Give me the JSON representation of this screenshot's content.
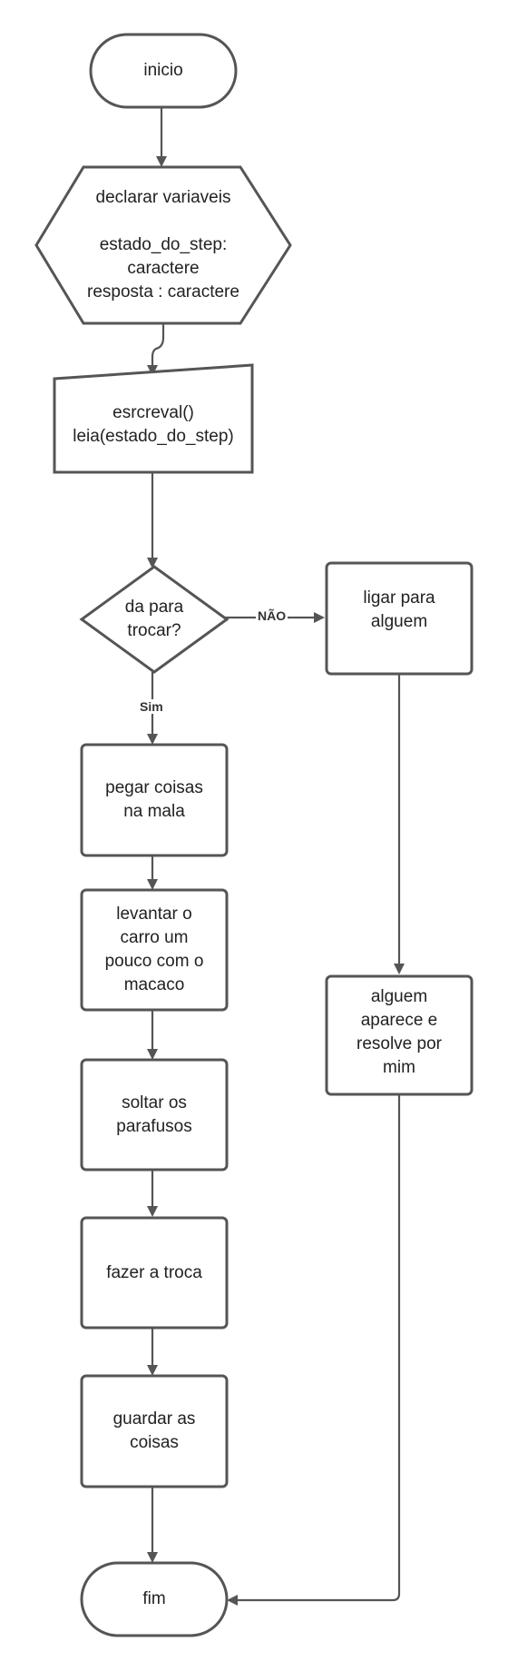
{
  "diagram": {
    "nodes": {
      "start": {
        "lines": [
          "inicio"
        ]
      },
      "declare": {
        "lines": [
          "declarar variaveis",
          "",
          "estado_do_step:",
          "caractere",
          "resposta : caractere"
        ]
      },
      "io": {
        "lines": [
          "esrcreval()",
          "leia(estado_do_step)"
        ]
      },
      "decision": {
        "lines": [
          "da para",
          "trocar?"
        ]
      },
      "call": {
        "lines": [
          "ligar para",
          "alguem"
        ]
      },
      "someone": {
        "lines": [
          "alguem",
          "aparece e",
          "resolve por",
          "mim"
        ]
      },
      "bag": {
        "lines": [
          "pegar coisas",
          "na mala"
        ]
      },
      "jack": {
        "lines": [
          "levantar o",
          "carro um",
          "pouco com o",
          "macaco"
        ]
      },
      "screws": {
        "lines": [
          "soltar os",
          "parafusos"
        ]
      },
      "swap": {
        "lines": [
          "fazer a troca"
        ]
      },
      "store": {
        "lines": [
          "guardar as",
          "coisas"
        ]
      },
      "end": {
        "lines": [
          "fim"
        ]
      }
    },
    "edge_labels": {
      "no": "NÃO",
      "yes": "Sim"
    }
  }
}
